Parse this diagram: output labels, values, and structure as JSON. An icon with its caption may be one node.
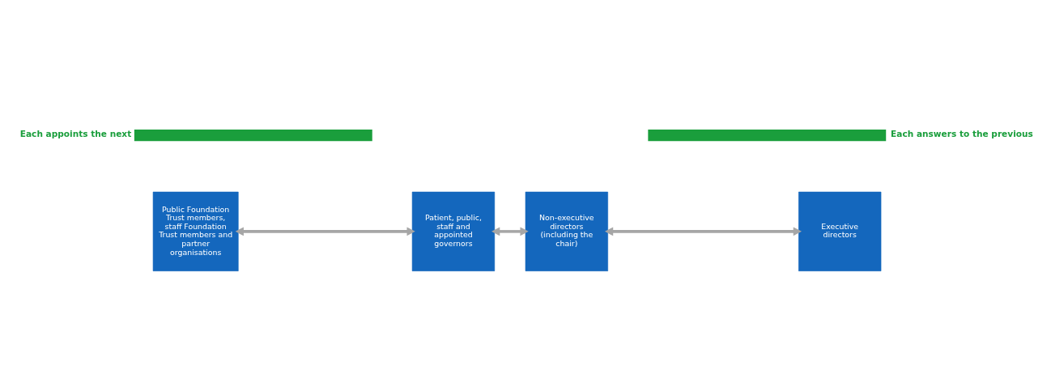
{
  "diagram": {
    "nodes": [
      {
        "text": [
          "Public Foundation Trust members, staff Foundation Trust members and partner organisations"
        ]
      },
      {
        "text": [
          "Patient, public, staff and appointed governors"
        ]
      },
      {
        "text": [
          "Non-executive directors (including the chair)"
        ]
      },
      {
        "text": [
          "Executive directors"
        ]
      }
    ],
    "edges": [
      {
        "from": 0,
        "to": 1,
        "arrow": "both"
      },
      {
        "from": 1,
        "to": 2,
        "arrow": "both"
      },
      {
        "from": 2,
        "to": 3,
        "arrow": "both"
      }
    ],
    "labels": [
      "Each appoints the next",
      "Each answers to the previous"
    ]
  }
}
